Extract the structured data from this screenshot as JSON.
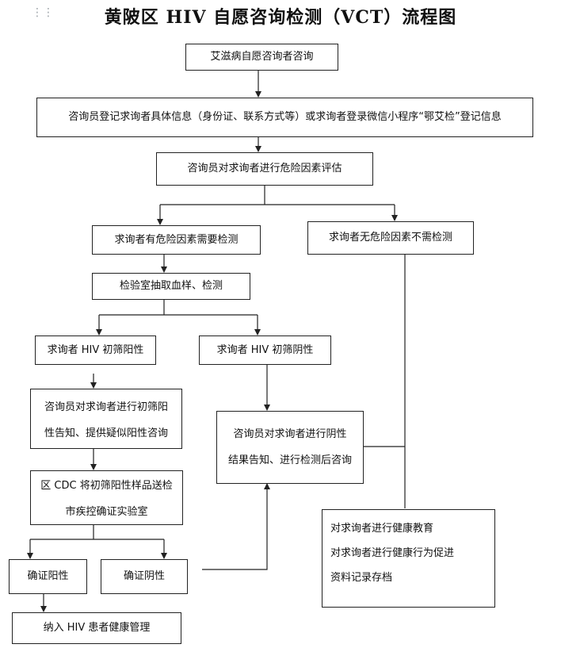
{
  "title": "黄陂区 HIV 自愿咨询检测（VCT）流程图",
  "nodes": {
    "start": "艾滋病自愿咨询者咨询",
    "register": "咨询员登记求询者具体信息（身份证、联系方式等）或求询者登录微信小程序“鄂艾检”登记信息",
    "risk_eval": "咨询员对求询者进行危险因素评估",
    "has_risk": "求询者有危险因素需要检测",
    "no_risk": "求询者无危险因素不需检测",
    "lab": "检验室抽取血样、检测",
    "positive": "求询者 HIV 初筛阳性",
    "negative": "求询者 HIV 初筛阴性",
    "pos_notify": [
      "咨询员对求询者进行初筛阳",
      "性告知、提供疑似阳性咨询"
    ],
    "neg_notify": [
      "咨询员对求询者进行阴性",
      "结果告知、进行检测后咨询"
    ],
    "cdc": [
      "区 CDC 将初筛阳性样品送检",
      "市疾控确证实验室"
    ],
    "confirm_pos": "确证阳性",
    "confirm_neg": "确证阴性",
    "manage": "纳入 HIV 患者健康管理",
    "education": [
      "对求询者进行健康教育",
      "对求询者进行健康行为促进",
      "资料记录存档"
    ]
  }
}
